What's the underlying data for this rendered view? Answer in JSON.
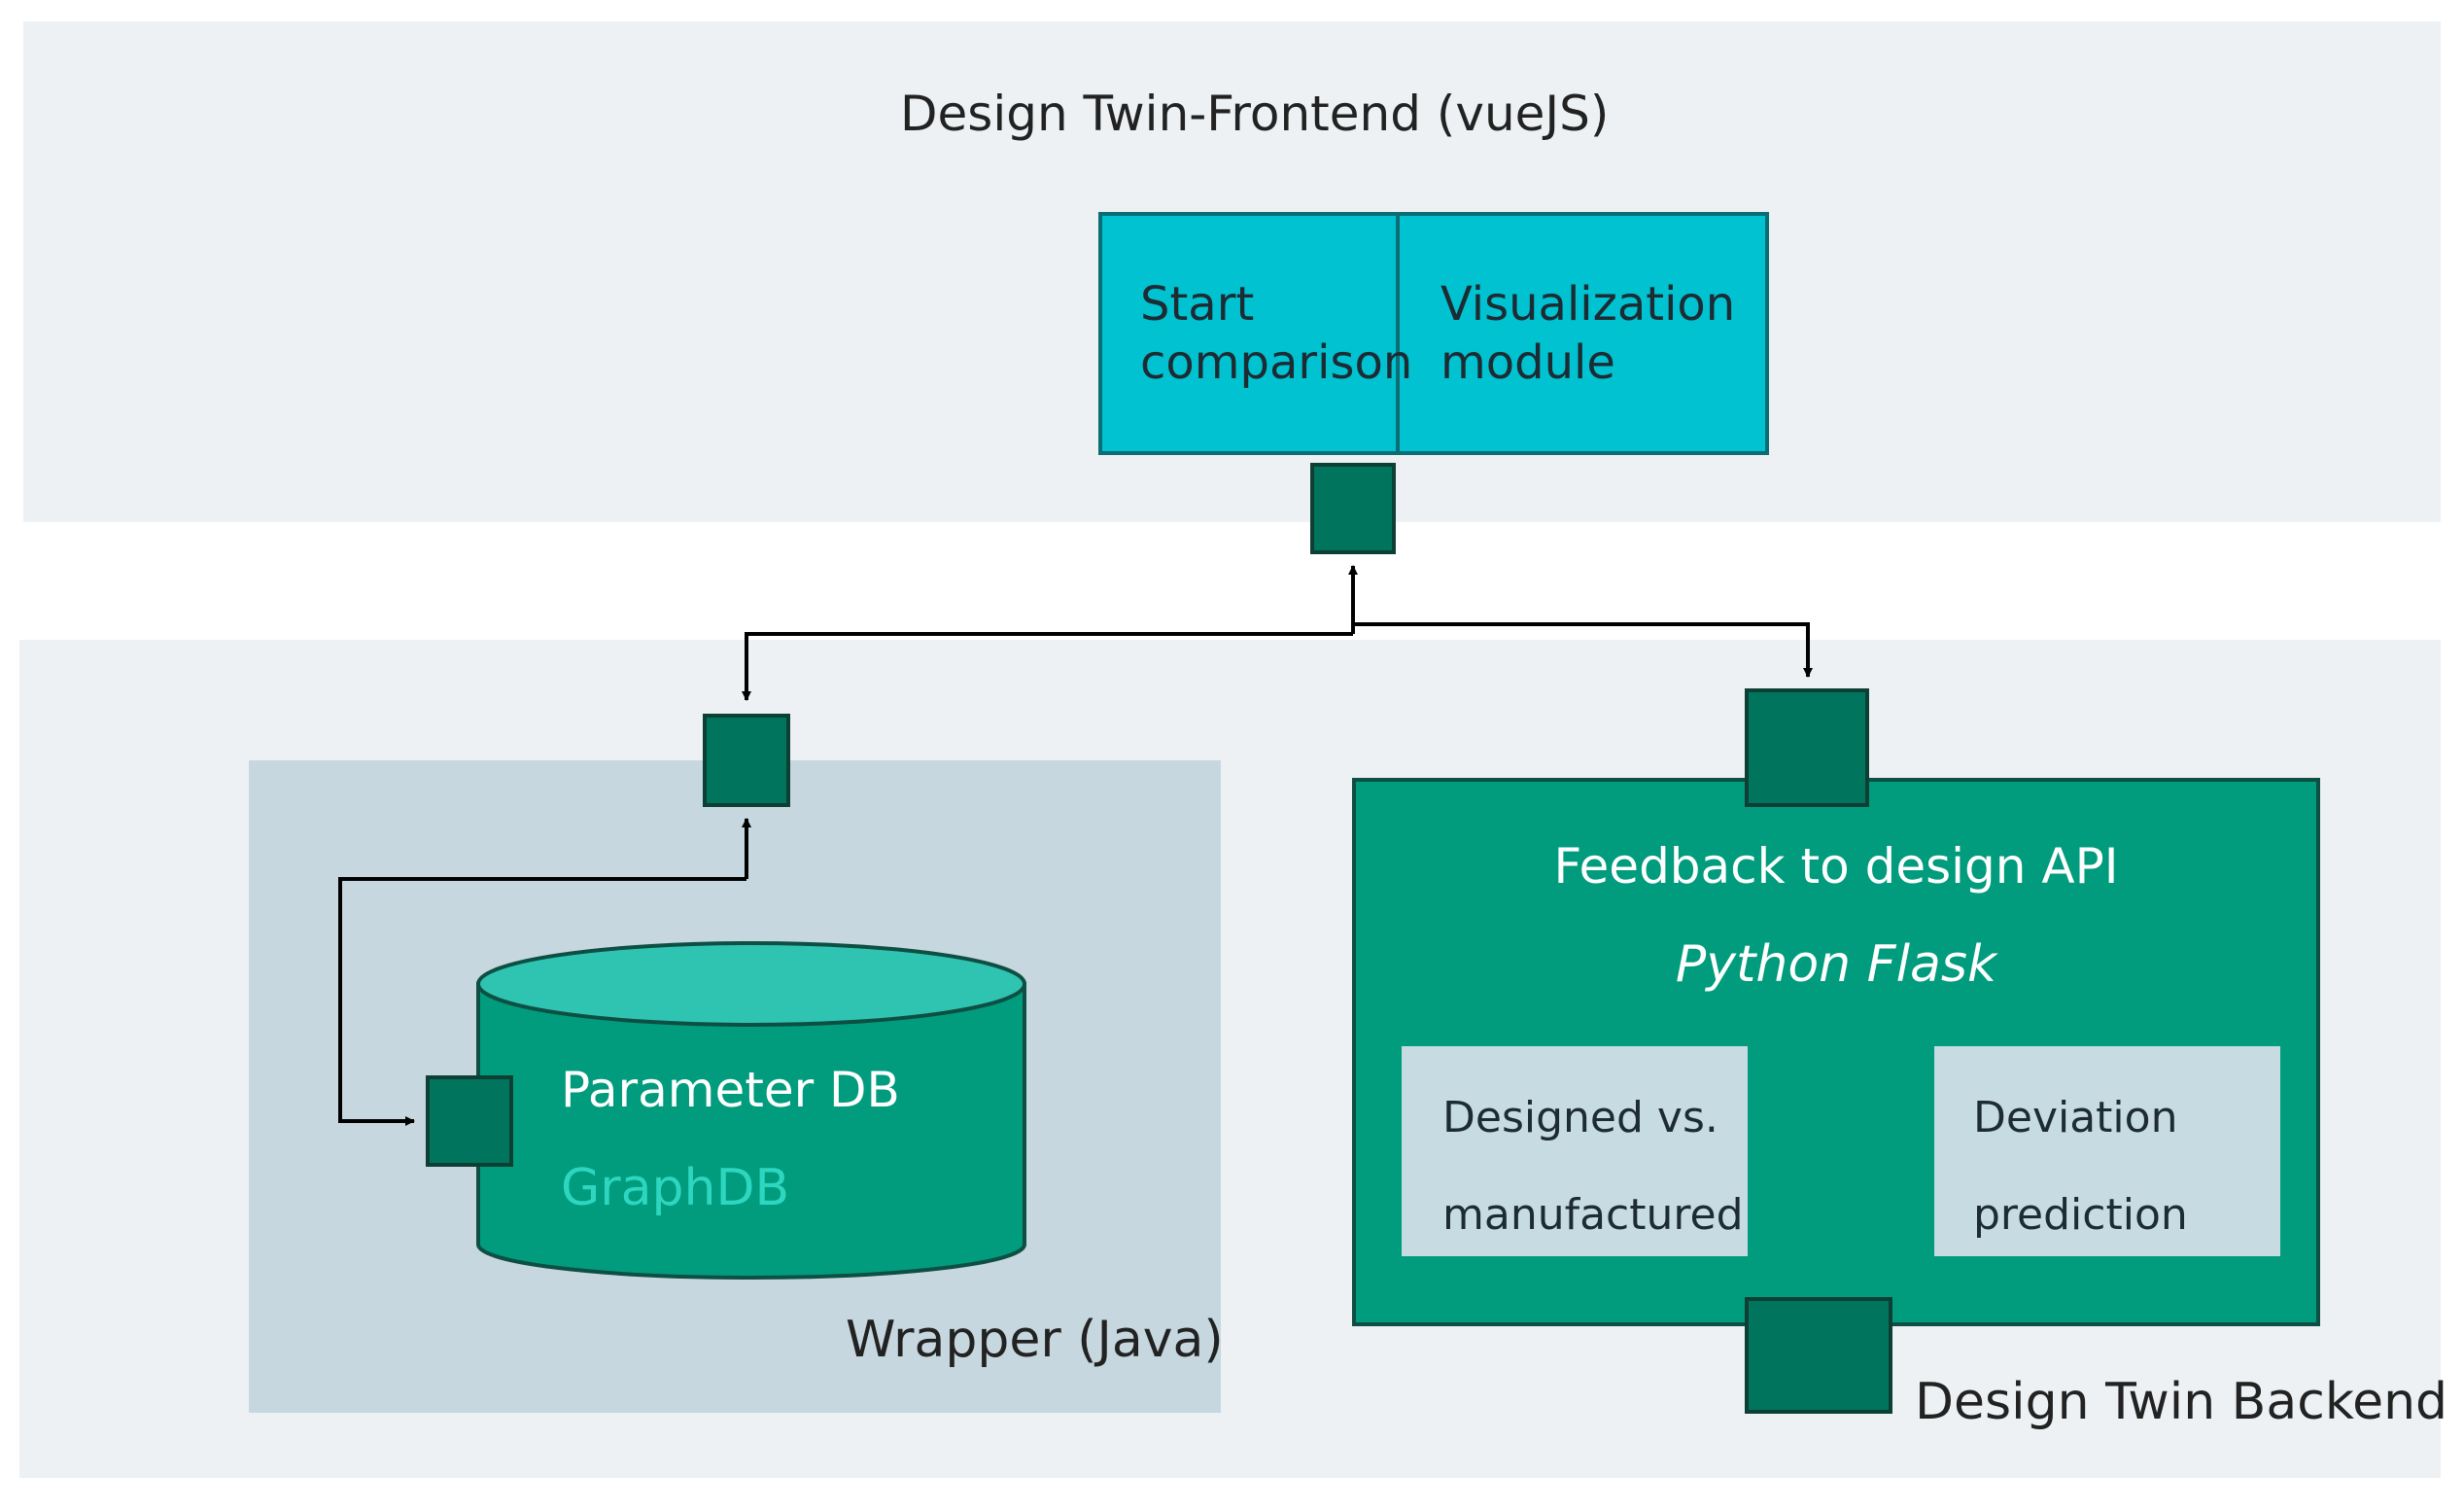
{
  "frontend": {
    "title": "Design Twin-Frontend (vueJS)",
    "modules": [
      {
        "line1": "Start",
        "line2": "comparison"
      },
      {
        "line1": "Visualization",
        "line2": "module"
      }
    ]
  },
  "backend": {
    "title": "Design Twin Backend",
    "wrapper": {
      "title": "Wrapper (Java)",
      "database": {
        "title": "Parameter DB",
        "subtitle": "GraphDB"
      }
    },
    "api": {
      "title": "Feedback to design API",
      "subtitle": "Python Flask",
      "modules": [
        {
          "line1": "Designed vs.",
          "line2": "manufactured"
        },
        {
          "line1": "Deviation",
          "line2": "prediction"
        }
      ]
    }
  },
  "colors": {
    "panel_background": "#edf1f4",
    "wrapper_background": "#c6d7df",
    "frontend_module": "#00c2d1",
    "api_box": "#009c7d",
    "port": "#00745c",
    "database_body": "#009c7d",
    "database_top": "#2ec4b1",
    "database_subtitle": "#2ed6bf"
  }
}
